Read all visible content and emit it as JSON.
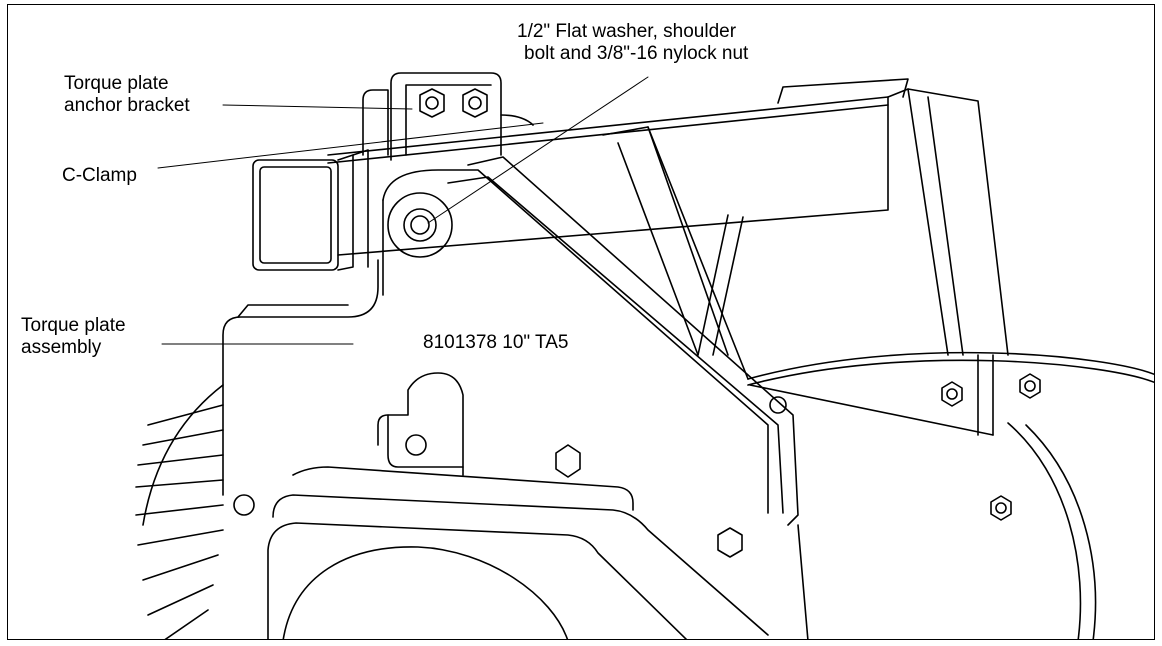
{
  "callouts": {
    "anchor_bracket": {
      "line1": "Torque plate",
      "line2": "anchor bracket"
    },
    "c_clamp": {
      "text": "C-Clamp"
    },
    "washer": {
      "line1": "1/2\" Flat washer, shoulder",
      "line2": "bolt and 3/8\"-16 nylock nut"
    },
    "plate_assembly": {
      "line1": "Torque plate",
      "line2": "assembly"
    },
    "part_label": {
      "text": "8101378 10\" TA5"
    }
  },
  "colors": {
    "line": "#000000",
    "background": "#ffffff"
  }
}
